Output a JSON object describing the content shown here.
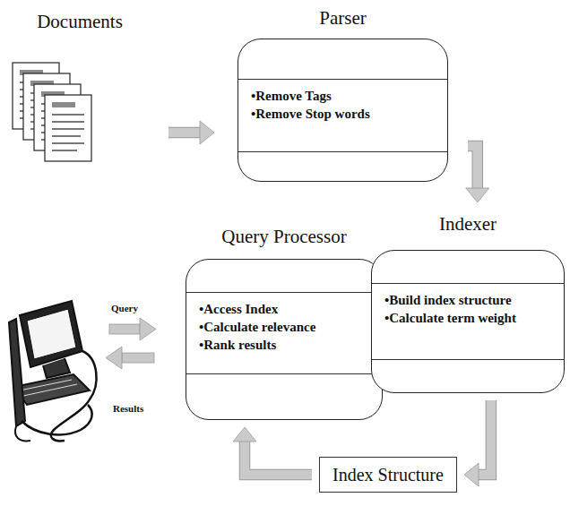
{
  "diagram": {
    "nodes": [
      {
        "text": [
          "Documents"
        ]
      },
      {
        "text": [
          "Parser",
          "•Remove Tags",
          "•Remove Stop words"
        ]
      },
      {
        "text": [
          "Query Processor",
          "•Access Index",
          "•Calculate relevance",
          "•Rank results"
        ]
      },
      {
        "text": [
          "Indexer",
          "•Build index structure",
          "•Calculate term weight"
        ]
      },
      {
        "text": [
          "Index Structure"
        ]
      }
    ],
    "edges": [
      {
        "from": 0,
        "to": 1,
        "arrow": "to"
      },
      {
        "from": 1,
        "to": 3,
        "arrow": "to"
      },
      {
        "from": 3,
        "to": 4,
        "arrow": "to"
      },
      {
        "from": 4,
        "to": 2,
        "arrow": "to"
      }
    ],
    "labels": [
      "Query",
      "Results"
    ]
  }
}
